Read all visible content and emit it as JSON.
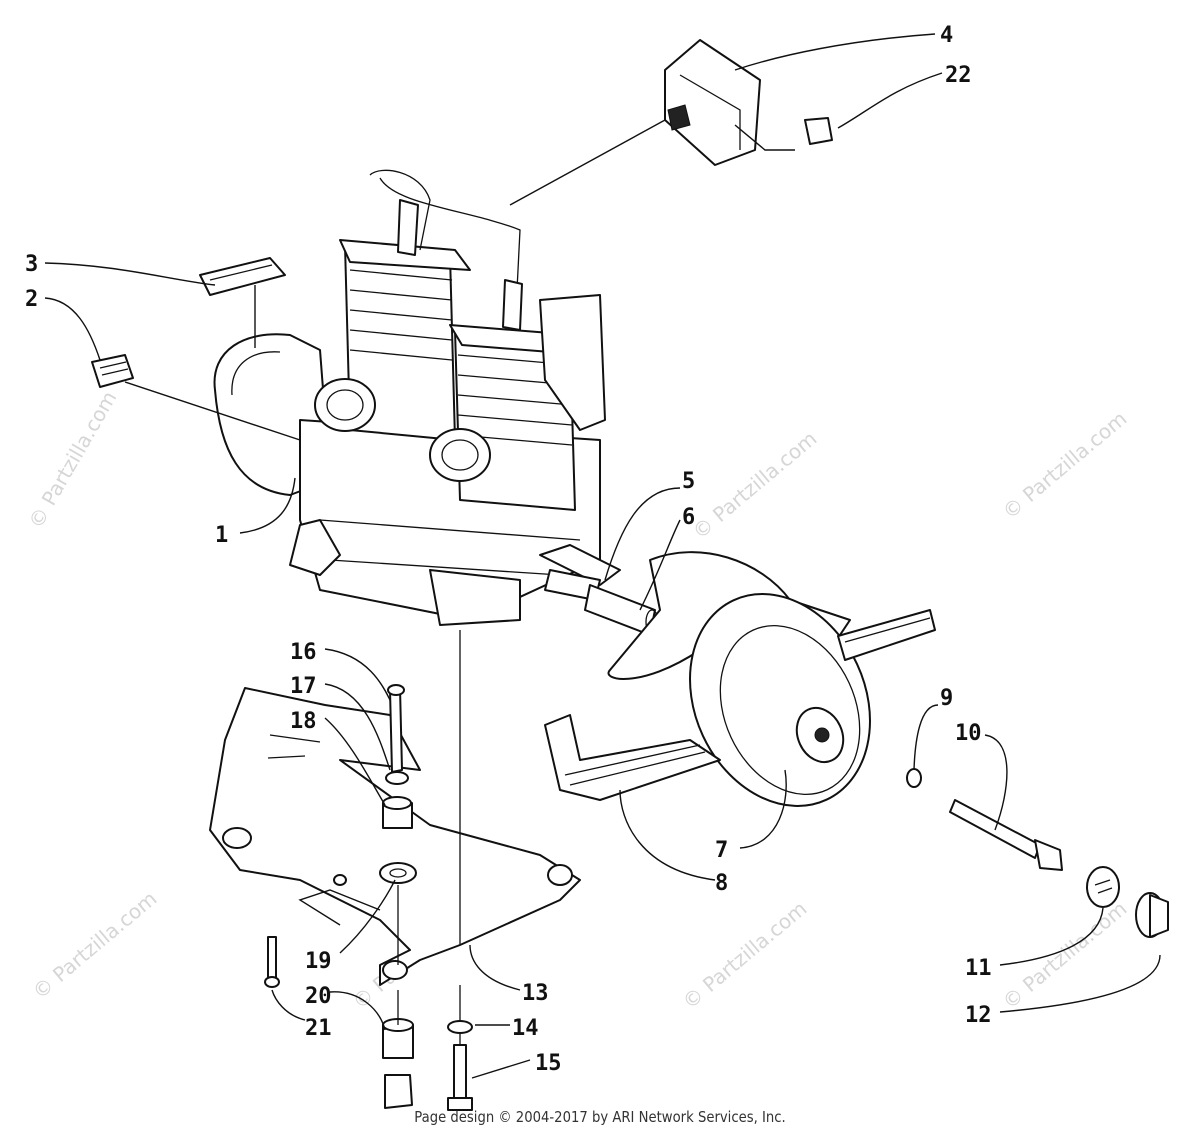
{
  "watermark": "© Partzilla.com",
  "footer": "Page design © 2004-2017 by ARI Network Services, Inc.",
  "callouts": [
    "1",
    "2",
    "3",
    "4",
    "5",
    "6",
    "7",
    "8",
    "9",
    "10",
    "11",
    "12",
    "13",
    "14",
    "15",
    "16",
    "17",
    "18",
    "19",
    "20",
    "21",
    "22"
  ]
}
